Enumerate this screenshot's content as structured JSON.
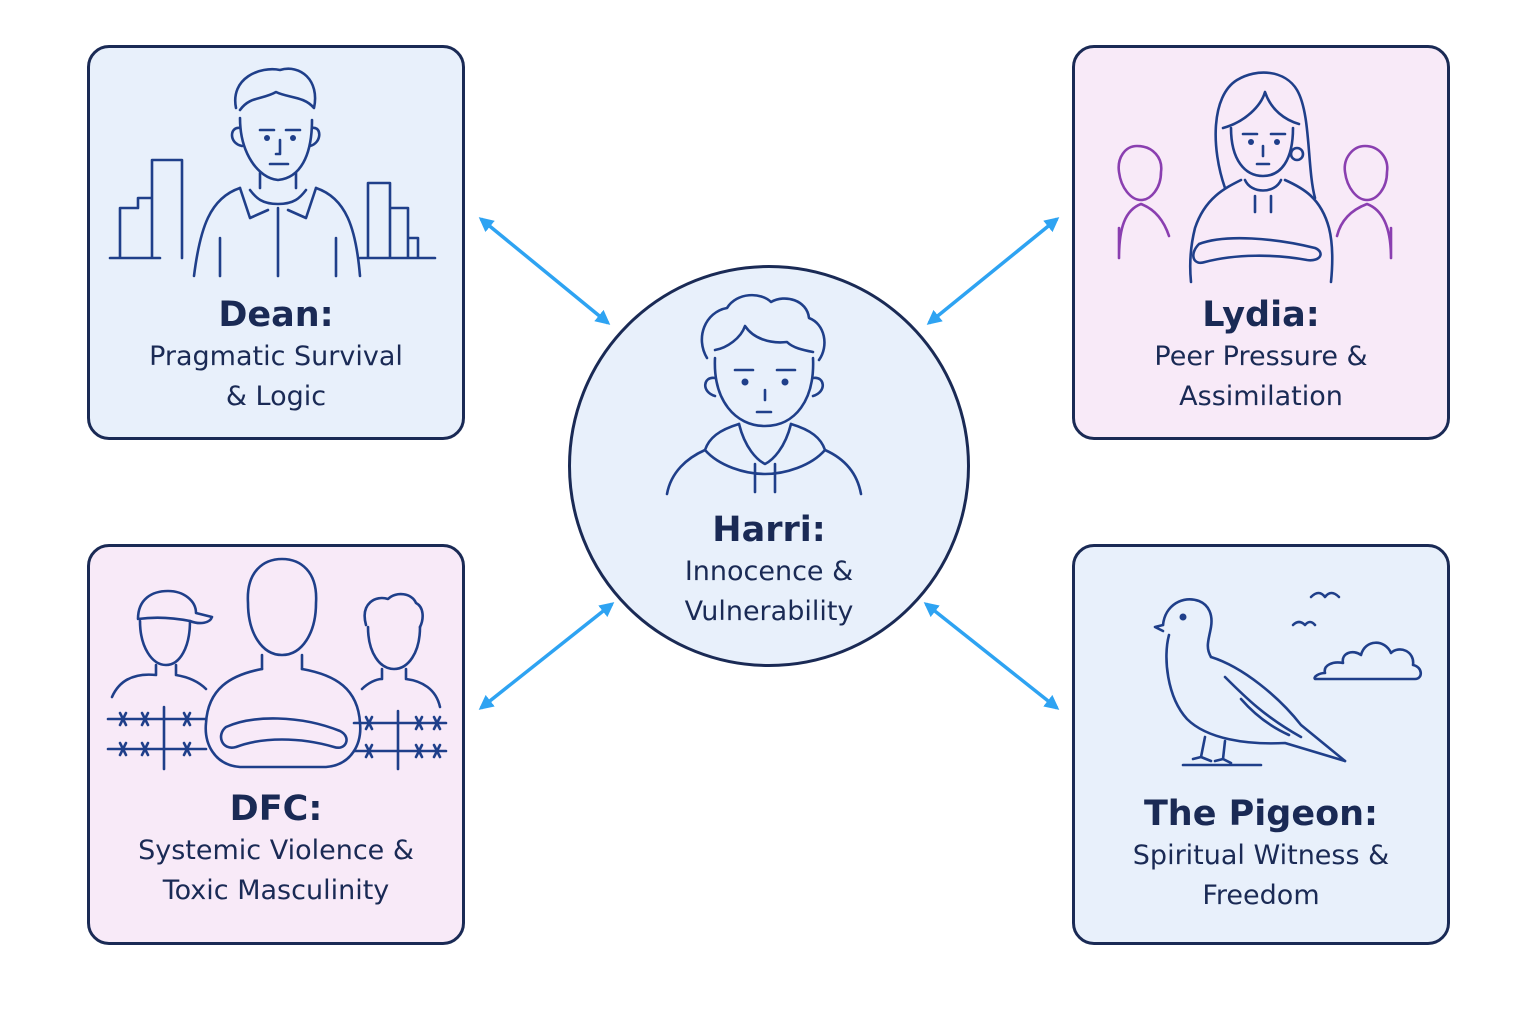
{
  "center": {
    "name": "Harri:",
    "desc": "Innocence &\nVulnerability",
    "icon": "boy-hoodie-icon"
  },
  "cards": {
    "dean": {
      "name": "Dean:",
      "desc": "Pragmatic Survival\n& Logic",
      "icon": "young-man-city-icon",
      "bg": "#e8f0fb"
    },
    "lydia": {
      "name": "Lydia:",
      "desc": "Peer Pressure &\nAssimilation",
      "icon": "girl-crowd-icon",
      "bg": "#f8eaf8"
    },
    "dfc": {
      "name": "DFC:",
      "desc": "Systemic Violence &\nToxic Masculinity",
      "icon": "gang-barbed-wire-icon",
      "bg": "#f8eaf8"
    },
    "pigeon": {
      "name": "The Pigeon:",
      "desc": "Spiritual Witness &\nFreedom",
      "icon": "pigeon-sky-icon",
      "bg": "#e8f0fb"
    }
  },
  "colors": {
    "outline": "#1a2a55",
    "arrow": "#2ea3f2",
    "icon_stroke": "#1f3f8a",
    "crowd_stroke": "#8a3fb0"
  }
}
